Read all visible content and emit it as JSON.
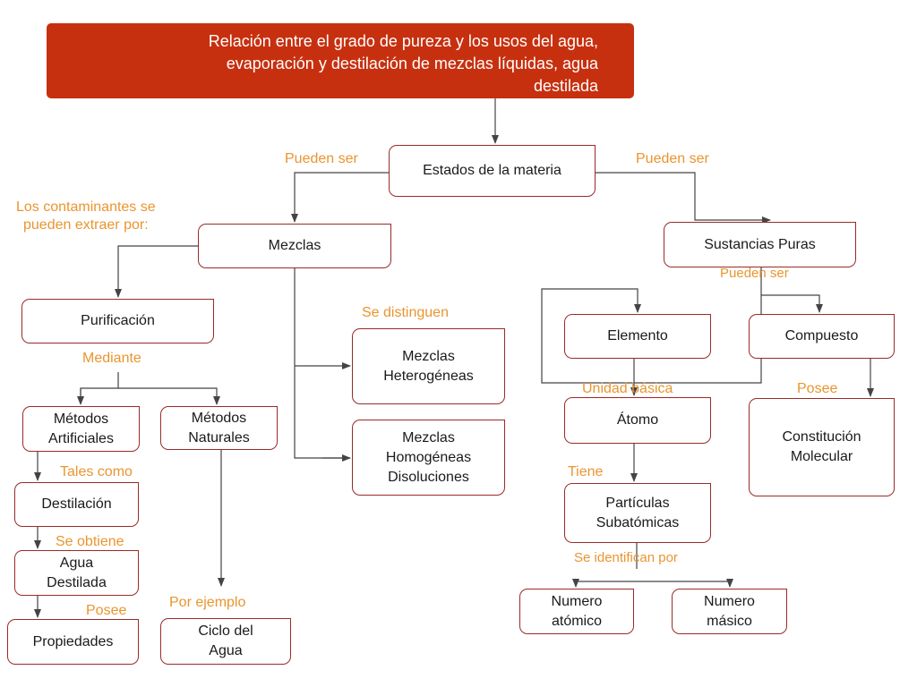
{
  "title": "Relación entre el grado de pureza y los usos del agua,\nevaporación y destilación de mezclas líquidas, agua\ndestilada",
  "nodes": {
    "estados": "Estados de la materia",
    "mezclas": "Mezclas",
    "sustancias": "Sustancias Puras",
    "purificacion": "Purificación",
    "heterogeneas": "Mezclas\nHeterogéneas",
    "homogeneas": "Mezclas\nHomogéneas\nDisoluciones",
    "artificiales": "Métodos\nArtificiales",
    "naturales": "Métodos\nNaturales",
    "destilacion": "Destilación",
    "agua_destilada": "Agua\nDestilada",
    "propiedades": "Propiedades",
    "ciclo": "Ciclo del\nAgua",
    "elemento": "Elemento",
    "compuesto": "Compuesto",
    "atomo": "Átomo",
    "constitucion": "Constitución\nMolecular",
    "particulas": "Partículas\nSubatómicas",
    "num_atomico": "Numero\natómico",
    "num_masico": "Numero\nmásico"
  },
  "labels": {
    "pueden_ser_left": "Pueden ser",
    "pueden_ser_right": "Pueden ser",
    "contaminantes": "Los contaminantes se\npueden extraer por:",
    "pueden_ser_small": "Pueden ser",
    "se_distinguen": "Se distinguen",
    "mediante": "Mediante",
    "unidad_basica": "Unidad básica",
    "posee_right": "Posee",
    "tales_como": "Tales como",
    "tiene": "Tiene",
    "se_obtiene": "Se obtiene",
    "se_identifican": "Se identifican por",
    "por_ejemplo": "Por ejemplo",
    "posee_left": "Posee"
  },
  "colors": {
    "title_fill": "#c7300f",
    "node_border": "#9a2a2a",
    "label_text": "#e9952f",
    "connector": "#444444"
  }
}
